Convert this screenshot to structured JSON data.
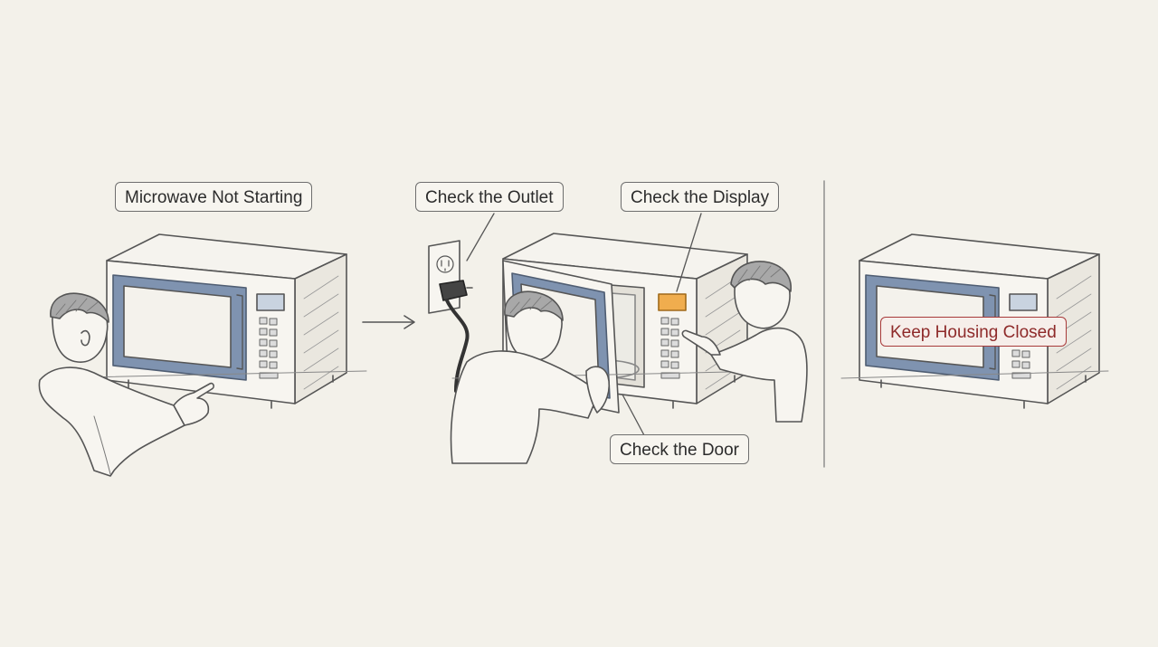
{
  "labels": {
    "problem": "Microwave Not Starting",
    "outlet": "Check the Outlet",
    "display": "Check the Display",
    "door": "Check the Door",
    "warning": "Keep Housing Closed"
  },
  "icons": {
    "flow_arrow": "right-arrow-icon",
    "divider": "vertical-divider"
  },
  "colors": {
    "background": "#f3f1ea",
    "line": "#555555",
    "window_frame": "#7f93b0",
    "window_glass": "#f4f2ec",
    "display_lit": "#f0ad4e",
    "warning": "#a83a3a"
  }
}
